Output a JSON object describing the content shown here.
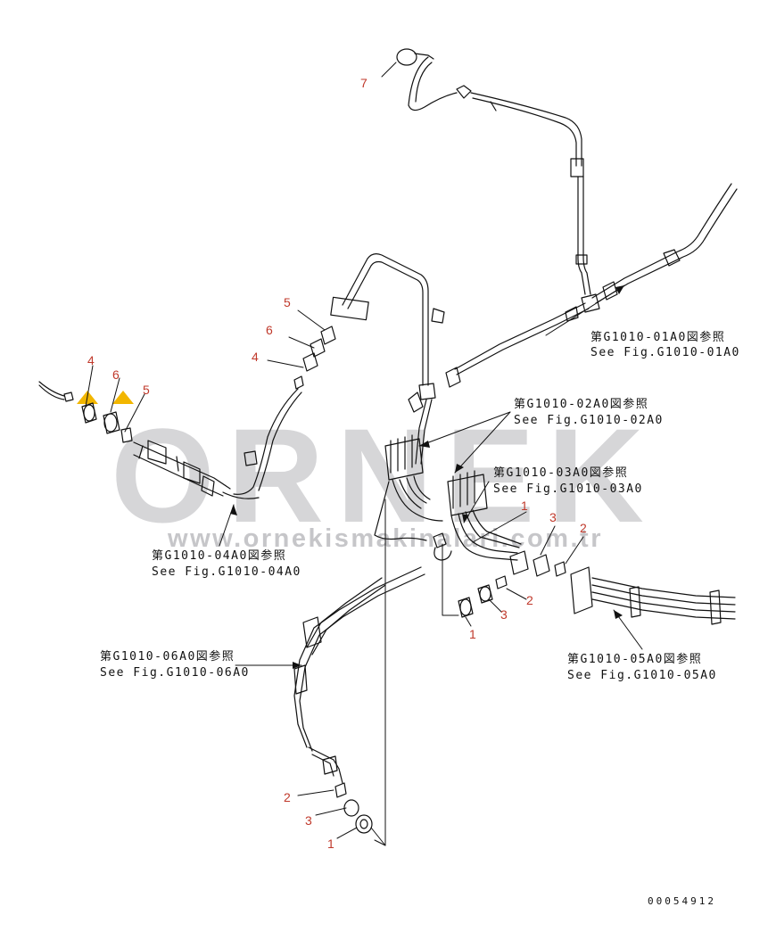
{
  "watermark": {
    "brand": "ORNEK",
    "url": "www.ornekismakinalari.com.tr",
    "color": "#c9c9cc",
    "accent": "#f2b600"
  },
  "callouts": {
    "c7": "7",
    "c5_top": "5",
    "c6_top": "6",
    "c4_top": "4",
    "c4_left": "4",
    "c6_left": "6",
    "c5_left": "5",
    "c1_mid": "1",
    "c3_mid": "3",
    "c2_mid": "2",
    "c2_low": "2",
    "c3_low": "3",
    "c1_low": "1",
    "c2_bot": "2",
    "c3_bot": "3",
    "c1_bot": "1",
    "color": "#c0392b"
  },
  "refs": {
    "r01_jp": "第G1010-01A0図参照",
    "r01_en": "See Fig.G1010-01A0",
    "r02_jp": "第G1010-02A0図参照",
    "r02_en": "See Fig.G1010-02A0",
    "r03_jp": "第G1010-03A0図参照",
    "r03_en": "See Fig.G1010-03A0",
    "r04_jp": "第G1010-04A0図参照",
    "r04_en": "See Fig.G1010-04A0",
    "r05_jp": "第G1010-05A0図参照",
    "r05_en": "See Fig.G1010-05A0",
    "r06_jp": "第G1010-06A0図参照",
    "r06_en": "See Fig.G1010-06A0"
  },
  "doc_number": "00054912"
}
